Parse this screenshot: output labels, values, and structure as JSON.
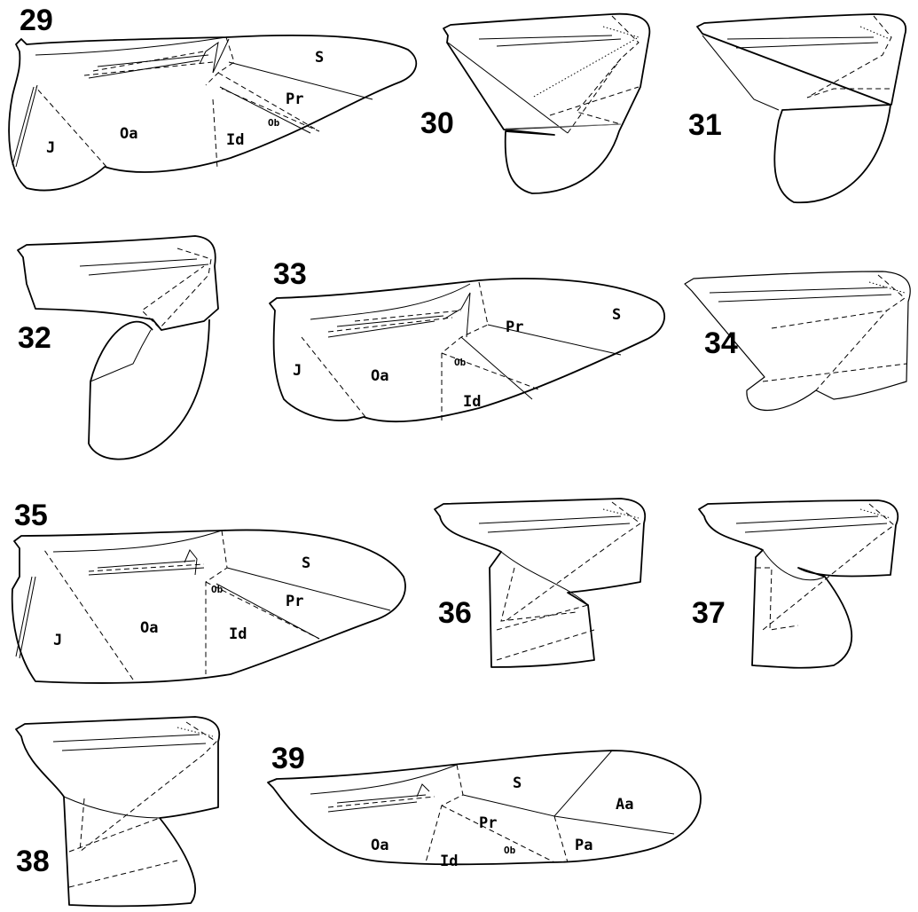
{
  "figures": [
    {
      "number": "29",
      "labels": [
        "S",
        "Pr",
        "Oa",
        "Id",
        "Ob",
        "J"
      ]
    },
    {
      "number": "30",
      "labels": []
    },
    {
      "number": "31",
      "labels": []
    },
    {
      "number": "32",
      "labels": []
    },
    {
      "number": "33",
      "labels": [
        "S",
        "Pr",
        "Ob",
        "J",
        "Oa",
        "Id"
      ]
    },
    {
      "number": "34",
      "labels": []
    },
    {
      "number": "35",
      "labels": [
        "S",
        "Pr",
        "Ob",
        "J",
        "Oa",
        "Id"
      ]
    },
    {
      "number": "36",
      "labels": []
    },
    {
      "number": "37",
      "labels": []
    },
    {
      "number": "38",
      "labels": []
    },
    {
      "number": "39",
      "labels": [
        "S",
        "Aa",
        "Pr",
        "Pa",
        "Oa",
        "Id",
        "Ob"
      ]
    }
  ]
}
